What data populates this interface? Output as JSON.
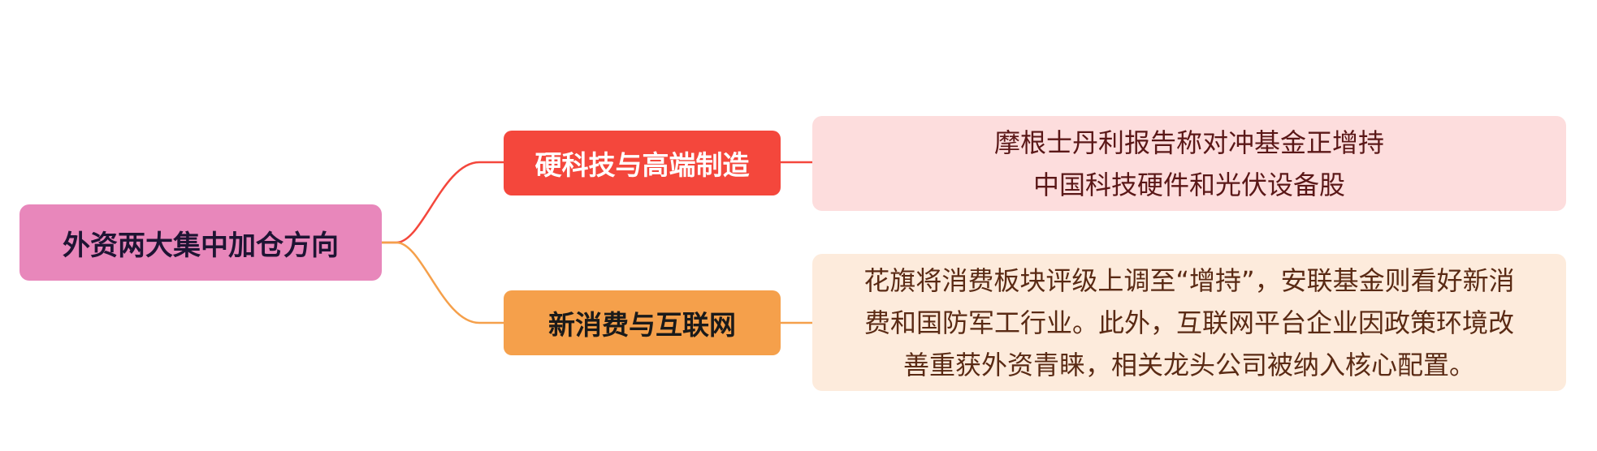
{
  "mindmap": {
    "root": {
      "label": "外资两大集中加仓方向",
      "color": "#e887bb"
    },
    "branches": [
      {
        "label": "硬科技与高端制造",
        "color": "#f4473c",
        "detail": "摩根士丹利报告称对冲基金正增持\n中国科技硬件和光伏设备股",
        "detail_background": "#fddddd"
      },
      {
        "label": "新消费与互联网",
        "color": "#f5a04b",
        "detail": "花旗将消费板块评级上调至“增持”，安联基金则看好新消\n费和国防军工行业。此外，互联网平台企业因政策环境改\n善重获外资青睐，相关龙头公司被纳入核心配置。",
        "detail_background": "#fdebdc"
      }
    ]
  }
}
